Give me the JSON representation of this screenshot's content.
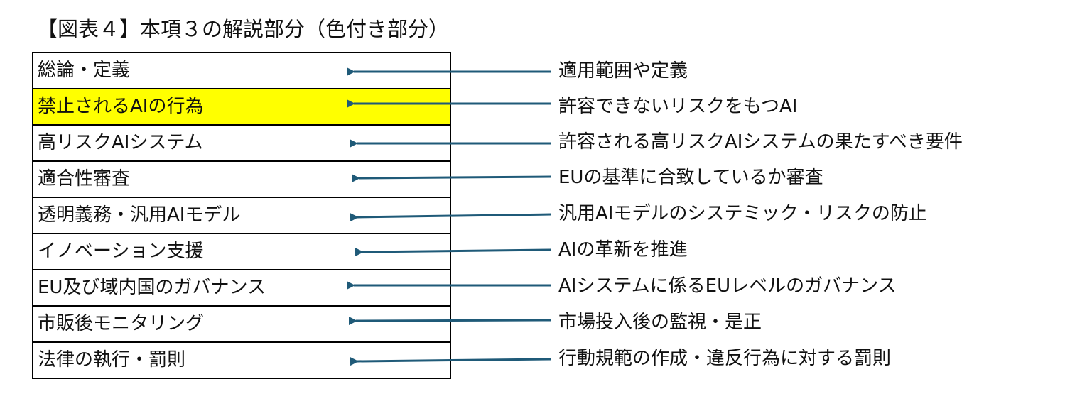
{
  "title": "【図表４】本項３の解説部分（色付き部分）",
  "colors": {
    "highlight": "#ffff00",
    "arrow": "#1f5a78",
    "border": "#000000"
  },
  "rows": [
    {
      "label": "総論・定義",
      "description": "適用範囲や定義",
      "highlighted": false
    },
    {
      "label": "禁止されるAIの行為",
      "description": "許容できないリスクをもつAI",
      "highlighted": true
    },
    {
      "label": "高リスクAIシステム",
      "description": "許容される高リスクAIシステムの果たすべき要件",
      "highlighted": false
    },
    {
      "label": "適合性審査",
      "description": "EUの基準に合致しているか審査",
      "highlighted": false
    },
    {
      "label": "透明義務・汎用AIモデル",
      "description": "汎用AIモデルのシステミック・リスクの防止",
      "highlighted": false
    },
    {
      "label": "イノベーション支援",
      "description": "AIの革新を推進",
      "highlighted": false
    },
    {
      "label": "EU及び域内国のガバナンス",
      "description": "AIシステムに係るEUレベルのガバナンス",
      "highlighted": false
    },
    {
      "label": "市販後モニタリング",
      "description": "市場投入後の監視・是正",
      "highlighted": false
    },
    {
      "label": "法律の執行・罰則",
      "description": "行動規範の作成・違反行為に対する罰則",
      "highlighted": false
    }
  ]
}
